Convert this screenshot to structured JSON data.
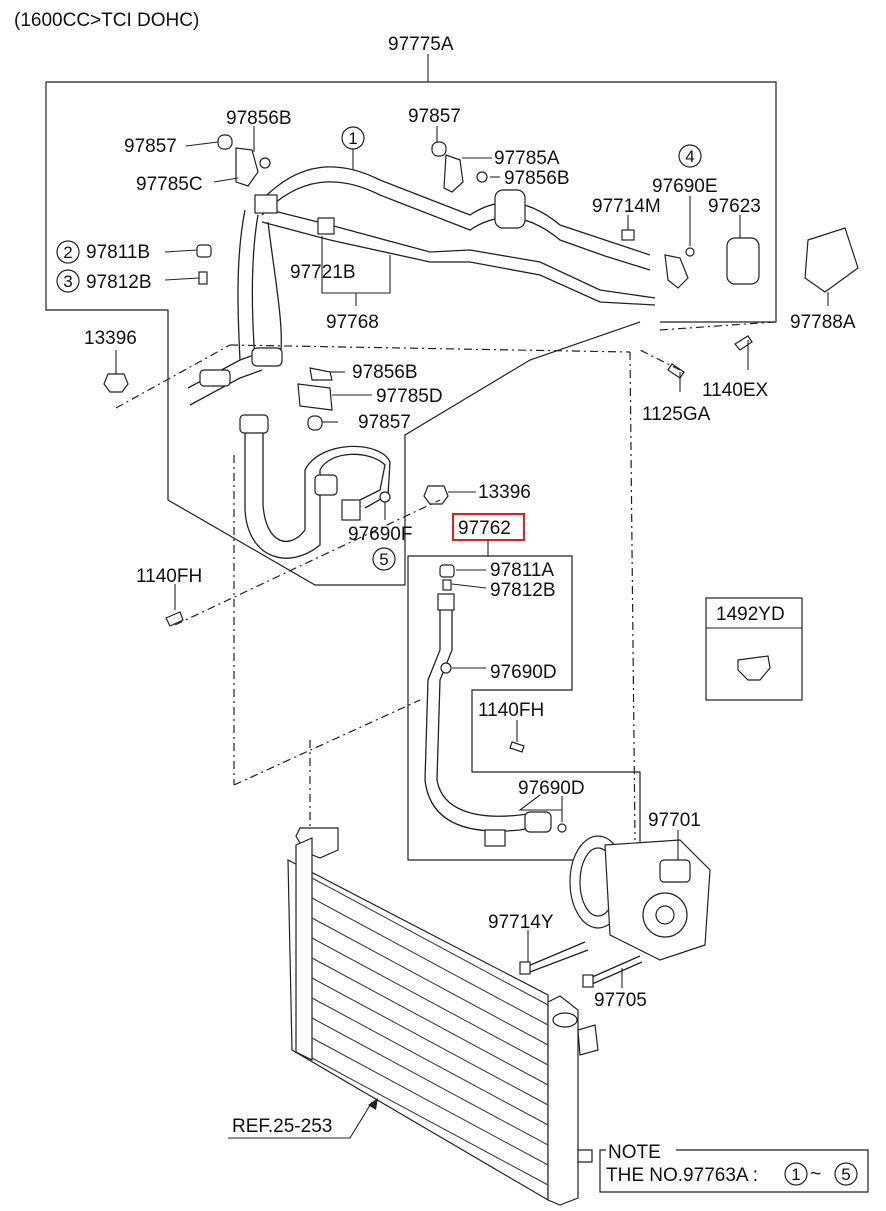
{
  "header": {
    "engine_spec": "(1600CC>TCI DOHC)"
  },
  "labels": {
    "assy_97775A": "97775A",
    "p97856B_top": "97856B",
    "p97857_left": "97857",
    "p97785C": "97785C",
    "p97857_mid": "97857",
    "p97785A": "97785A",
    "p97856B_right": "97856B",
    "p97690E": "97690E",
    "p97714M": "97714M",
    "p97623": "97623",
    "p97811B": "97811B",
    "p97812B_top": "97812B",
    "p97721B": "97721B",
    "p97768": "97768",
    "p97788A": "97788A",
    "p13396_left": "13396",
    "p97856B_low": "97856B",
    "p97785D": "97785D",
    "p97857_low": "97857",
    "p1140EX": "1140EX",
    "p1125GA": "1125GA",
    "p13396_mid": "13396",
    "p97762": "97762",
    "p97690F": "97690F",
    "p1140FH_left": "1140FH",
    "p97811A": "97811A",
    "p97812B_mid": "97812B",
    "p97690D_upper": "97690D",
    "p1492YD": "1492YD",
    "p1140FH_mid": "1140FH",
    "p97690D_lower": "97690D",
    "p97701": "97701",
    "p97714Y": "97714Y",
    "p97705": "97705",
    "ref": "REF.25-253"
  },
  "callouts": {
    "c1": "1",
    "c2": "2",
    "c3": "3",
    "c4": "4",
    "c5": "5"
  },
  "note": {
    "title": "NOTE",
    "text": "THE NO.97763A :",
    "from": "1",
    "sep": "~",
    "to": "5"
  },
  "highlight_color": "#e02020"
}
